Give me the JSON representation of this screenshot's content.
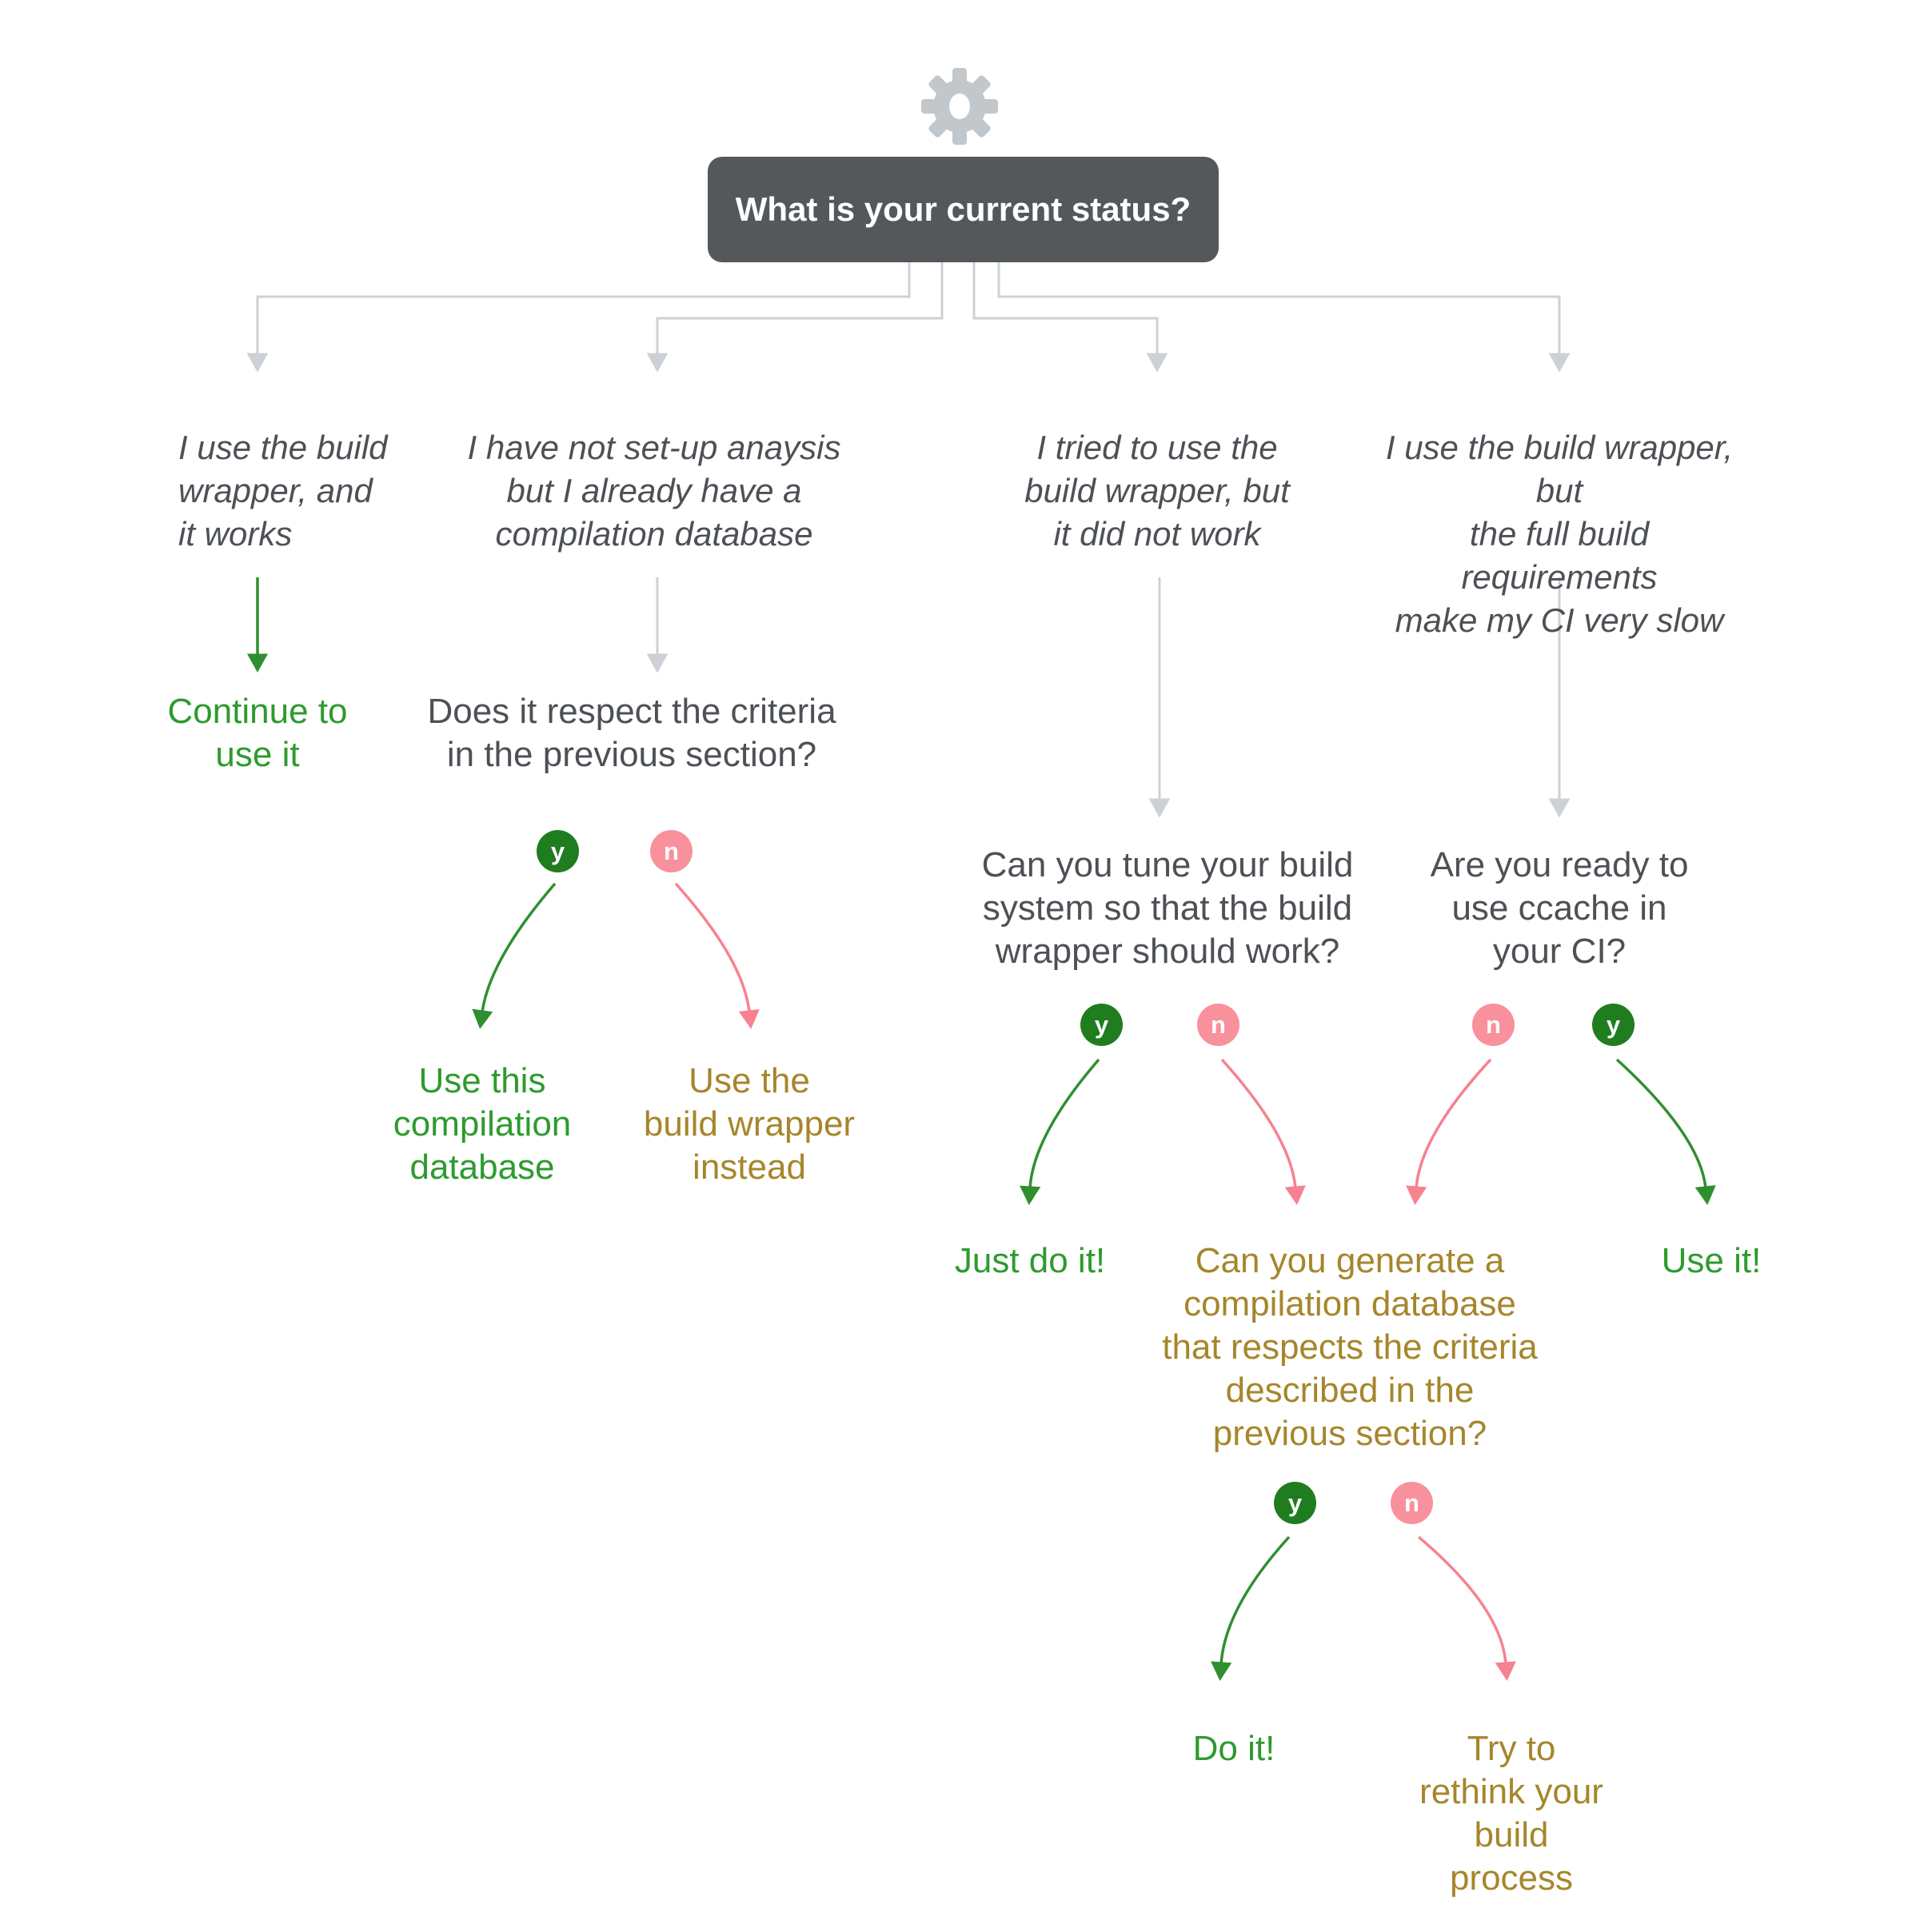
{
  "palette": {
    "green_text": "#2d9b2d",
    "green_badge": "#1f7d1f",
    "green_arrow": "#2f8f2f",
    "pink_badge": "#f8919b",
    "pink_arrow": "#f8818f",
    "olive_text": "#a6862c",
    "dark_text": "#4d5156",
    "connector_gray": "#cdd1d6",
    "box_background": "#55585b",
    "box_text": "#ffffff",
    "gear_gray": "#c2c7cb"
  },
  "badges": {
    "yes": "y",
    "no": "n"
  },
  "root": {
    "question": "What is your current status?"
  },
  "branch1": {
    "status": "I use the build\nwrapper, and\nit works",
    "result": "Continue to\nuse it"
  },
  "branch2": {
    "status": "I have not set-up anaysis\nbut I already have a\ncompilation database",
    "question": "Does it respect the criteria\nin the previous section?",
    "yes_result": "Use this\ncompilation\ndatabase",
    "no_result": "Use the\nbuild wrapper\ninstead"
  },
  "branch3": {
    "status": "I tried to use the\nbuild wrapper, but\nit did not work",
    "question": "Can you tune your build\nsystem so that the build\nwrapper should work?",
    "yes_result": "Just do it!"
  },
  "branch4": {
    "status": "I use the build wrapper, but\nthe full build requirements\nmake my CI very slow",
    "question": "Are you ready to\nuse ccache in\nyour CI?",
    "yes_result": "Use it!"
  },
  "shared": {
    "question": "Can you generate a\ncompilation database\nthat respects the criteria\ndescribed in the\nprevious section?",
    "yes_result": "Do it!",
    "no_result": "Try to\nrethink your\nbuild\nprocess"
  }
}
